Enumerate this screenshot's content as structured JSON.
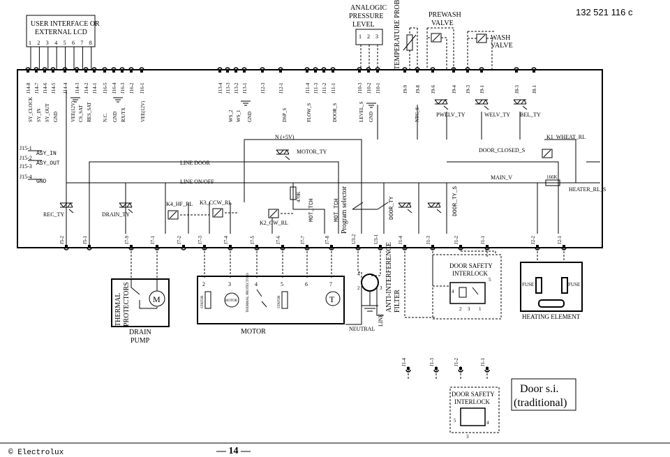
{
  "doc_code": "132 521 116 c",
  "footer": {
    "company": "© Electrolux",
    "page": "— 14 —"
  },
  "top": {
    "ui_box": {
      "line1": "USER INTERFACE OR",
      "line2": "EXTERNAL LCD",
      "pins": [
        "1",
        "2",
        "3",
        "4",
        "5",
        "6",
        "7",
        "8"
      ]
    },
    "pressure": {
      "line1": "ANALOGIC",
      "line2": "PRESSURE",
      "line3": "LEVEL",
      "pins": [
        "1",
        "2",
        "3"
      ]
    },
    "temp_probe": "TEMPERATURE PROBE",
    "prewash": {
      "line1": "PREWASH",
      "line2": "VALVE"
    },
    "wash": {
      "line1": "WASH",
      "line2": "VALVE"
    }
  },
  "top_pins": [
    "J14-8",
    "J14-7",
    "J14-6",
    "J14-5",
    "J14-4",
    "J14-3",
    "J14-2",
    "J14-1",
    "J16-5",
    "J16-4",
    "J16-3",
    "J16-2",
    "J16-1",
    "J13-4",
    "J13-3",
    "J13-2",
    "J13-1",
    "J12-3",
    "J12-1",
    "J11-4",
    "J11-3",
    "J11-2",
    "J11-1",
    "J10-3",
    "J10-2",
    "J10-1",
    "J9-9",
    "J9-8",
    "J9-6",
    "J9-4",
    "J9-3",
    "J9-1",
    "J8-3",
    "J8-1"
  ],
  "top_signals": [
    "SY_CLOCK",
    "SY_IN",
    "SY_OUT",
    "GND",
    "VEE(12V)",
    "CS_SAT",
    "RES_SAT",
    "N.C.",
    "GND",
    "RX/TX",
    "VEE(12V)",
    "WS_2",
    "WS_1",
    "GND",
    "DSP_S",
    "FLOW_S",
    "DOOR_S",
    "LEVEL_S",
    "GND",
    "NTC_S"
  ],
  "board": {
    "left_pins": [
      "J15-1",
      "J15-2",
      "J15-3",
      "J15-4"
    ],
    "left_signals": [
      "ASY_IN",
      "ASY_OUT",
      "GND"
    ],
    "labels": {
      "n5v": "N (+5V)",
      "motor_ty": "MOTOR_TY",
      "line_door": "LINE DOOR",
      "line_onoff": "LINE ON/OFF",
      "k4": "K4_HF_RL",
      "k3": "K3_CCW_RL",
      "k2": "K2_CW_RL",
      "r470": "470K",
      "rec_ty": "REC_TY",
      "drain_ty": "DRAIN_TY",
      "mot_tch1": "MOT_TCH",
      "mot_tch2": "MOT_TCH",
      "prog_sel": "Program selector",
      "door_ty": "DOOR_TY",
      "door_ty_s": "DOOR_TY_S",
      "pwelv": "PWELV_TY",
      "welv": "WELV_TY",
      "bel": "BEL_TY",
      "k1": "K1_WHEAT_RL",
      "door_closed": "DOOR_CLOSED_S",
      "main_v": "MAIN_V",
      "r166": "166K",
      "heater": "HEATER_RL_S"
    }
  },
  "bottom_pins": [
    "J5-2",
    "J5-1",
    "J7-9",
    "J7-1",
    "J7-2",
    "J7-3",
    "J7-4",
    "J7-5",
    "J7-6",
    "J7-7",
    "J7-8",
    "U3-2",
    "U3-1",
    "J1-4",
    "J1-3",
    "J1-2",
    "J1-1",
    "J2-2",
    "J2-1"
  ],
  "components": {
    "drain": {
      "thermal1": "THERMAL",
      "thermal2": "PROTECTORS",
      "m": "M",
      "label1": "DRAIN",
      "label2": "PUMP"
    },
    "motor": {
      "pins": [
        "2",
        "3",
        "4",
        "5",
        "6",
        "7"
      ],
      "stator": "STATOR",
      "rotor": "ROTOR",
      "thermal": "THERMAL PROTECTORS",
      "t": "T",
      "label": "MOTOR"
    },
    "filter": {
      "neutral": "NEUTRAL",
      "line": "LINE",
      "label1": "ANTI-INTERFERENCE",
      "label2": "FILTER",
      "pins": [
        "4",
        "2",
        "3"
      ]
    },
    "dsi": {
      "line1": "DOOR SAFETY",
      "line2": "INTERLOCK",
      "pins": [
        "4",
        "5",
        "2",
        "1",
        "3"
      ]
    },
    "heating": {
      "fuse": "FUSE",
      "label": "HEATING ELEMENT"
    }
  },
  "trad": {
    "pins": [
      "J1-4",
      "J1-3",
      "J1-2",
      "J1-1"
    ],
    "line1": "DOOR SAFETY",
    "line2": "INTERLOCK",
    "pins_in": [
      "5",
      "4",
      "3"
    ],
    "title1": "Door s.i.",
    "title2": "(traditional)"
  }
}
